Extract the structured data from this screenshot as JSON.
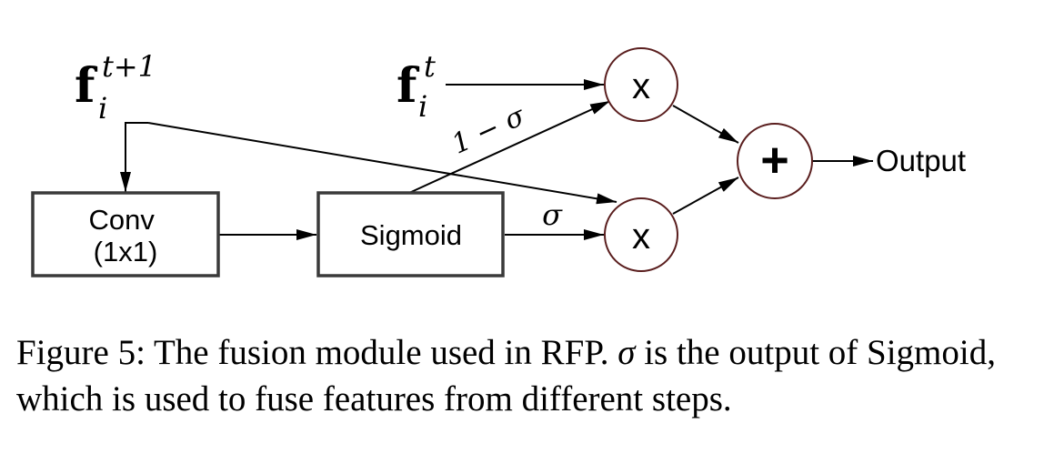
{
  "diagram": {
    "inputs": {
      "next_step_feature": {
        "base": "f",
        "subscript": "i",
        "superscript": "t+1"
      },
      "current_step_feature": {
        "base": "f",
        "subscript": "i",
        "superscript": "t"
      }
    },
    "conv_block": {
      "line1": "Conv",
      "line2": "(1x1)"
    },
    "sigmoid_block": {
      "label": "Sigmoid"
    },
    "multiply_symbol": "x",
    "add_symbol": "+",
    "edge_labels": {
      "one_minus_sigma": "1 − σ",
      "sigma": "σ"
    },
    "output_label": "Output"
  },
  "caption": {
    "prefix": "Figure 5: The fusion module used in RFP.",
    "sigma": "σ",
    "suffix": "is the output of Sigmoid, which is used to fuse features from different steps."
  }
}
